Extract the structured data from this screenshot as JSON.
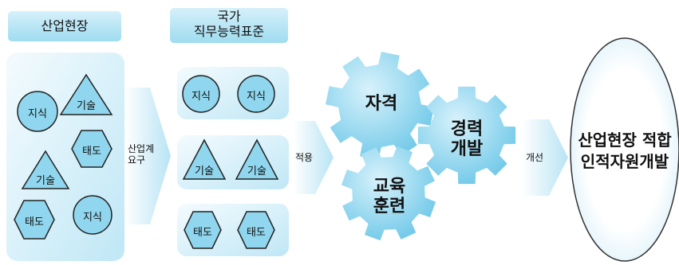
{
  "colors": {
    "accent": "#9fdcf0",
    "light": "#dff3fb",
    "gear": "#8fd6ee",
    "outline": "#222222"
  },
  "headers": {
    "industry_site": "산업현장",
    "ncs": "국가\n직무능력표준"
  },
  "shapes": {
    "knowledge": "지식",
    "skill": "기술",
    "attitude": "태도"
  },
  "arrows": {
    "industry_demand": "산업계\n요구",
    "apply": "적용",
    "improve": "개선"
  },
  "gears": {
    "qualification": "자격",
    "career": "경력\n개발",
    "education": "교육\n훈련"
  },
  "result": "산업현장 적합\n인적자원개발"
}
